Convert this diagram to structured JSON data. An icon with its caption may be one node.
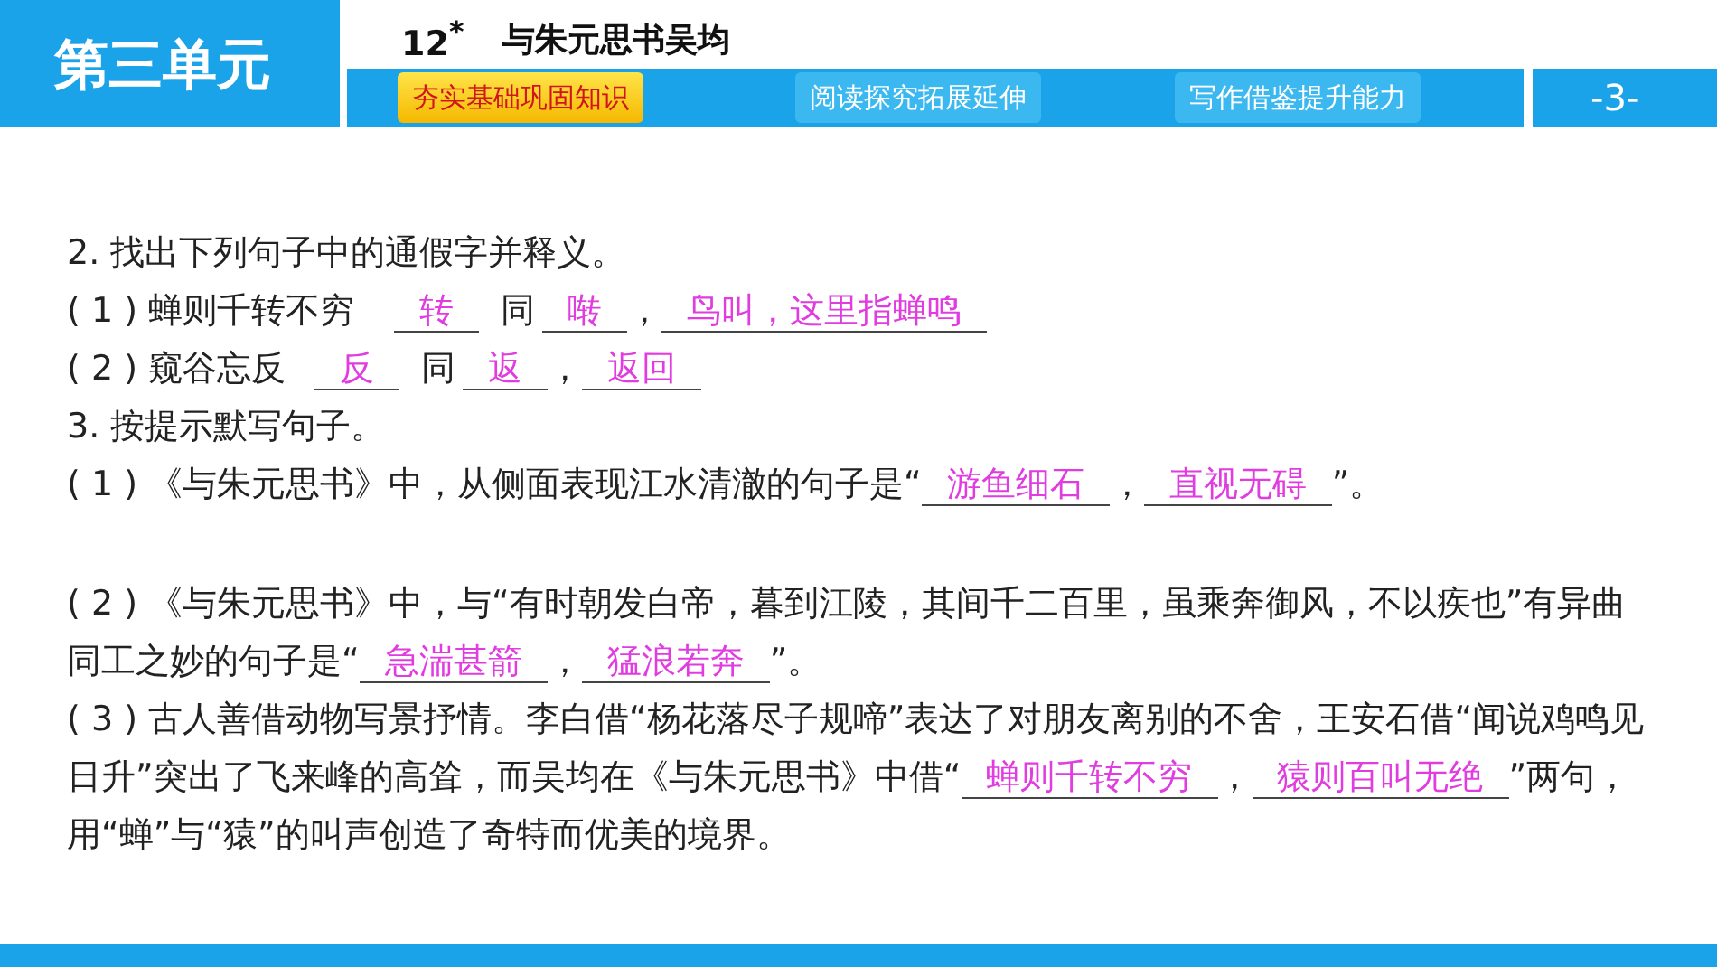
{
  "diagram": {
    "labels": [
      "第三单元",
      "12$^{*}$",
      "与朱元思书吴均",
      "夯实基础巩固知识",
      "阅读探究拓展延伸",
      "写作借鉴提升能力",
      "-3-",
      "2. 找出下列句子中的通假字并释义。",
      "( 1 ) 蝉则千转不穷",
      "转",
      "同",
      "啭",
      "，",
      "鸟叫，这里指蝉鸣",
      "( 2 ) 窥谷忘反",
      "反",
      "同",
      "返",
      "，",
      "返回",
      "3. 按提示默写句子。",
      "( 1 ) 《与朱元思书》中，从侧面表现江水清澈的句子是“",
      "游鱼细石",
      "，",
      "直视无碍",
      "”。",
      "( 2 ) 《与朱元思书》中，与“有时朝发白帝，暮到江陵，其间千二百里，虽乘奔御风，不以疾也”有异曲同工之妙的句子是“",
      "急湍甚箭",
      "，",
      "猛浪若奔",
      "”。",
      "( 3 ) 古人善借动物写景抒情。李白借“杨花落尽子规啼”表达了对朋友离别的不舍，王安石借“闻说鸡鸣见日升”突出了飞来峰的高耸，而吴均在《与朱元思书》中借“",
      "蝉则千转不穷",
      "，",
      "猿则百叫无绝",
      "”两句，用“蝉”与“猿”的叫声创造了奇特而优美的境界。"
    ]
  }
}
